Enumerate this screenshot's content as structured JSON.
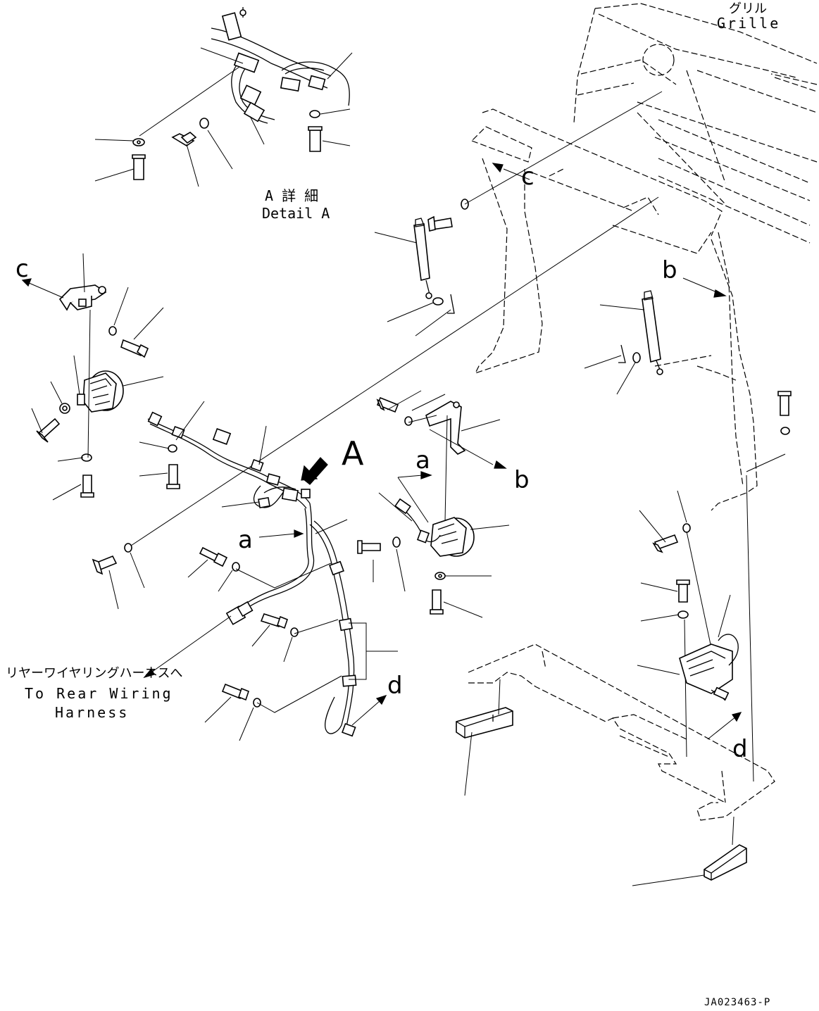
{
  "labels": {
    "grille_jp": "グリル",
    "grille_en": "Grille",
    "detail_jp": "A 詳 細",
    "detail_en": "Detail A",
    "rear_jp": "リヤーワイヤリングハーネスへ",
    "rear_en1": "To Rear Wiring",
    "rear_en2": "Harness",
    "ref_A": "A",
    "ref_a1": "a",
    "ref_a2": "a",
    "ref_b1": "b",
    "ref_b2": "b",
    "ref_c1": "c",
    "ref_c2": "c",
    "ref_d1": "d",
    "ref_d2": "d",
    "drawing_no": "JA023463-P"
  },
  "colors": {
    "line": "#000000",
    "background": "#ffffff"
  }
}
